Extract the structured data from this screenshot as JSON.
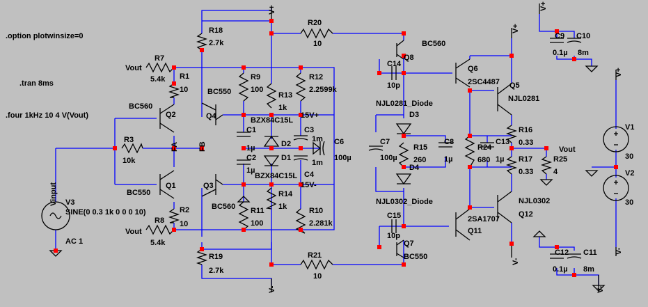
{
  "directives": {
    "plotwinsize": ".option plotwinsize=0",
    "tran": ".tran 8ms",
    "four": ".four 1kHz 10 4 V(Vout)"
  },
  "nets": {
    "vplus": "V+",
    "vminus": "V-",
    "vout": "Vout",
    "v15plus": "15V+",
    "v15minus": "15V-",
    "vinput": "Vinput",
    "fa": "FA",
    "fb": "FB"
  },
  "parts": {
    "r18": {
      "name": "R18",
      "value": "2.7k"
    },
    "r19": {
      "name": "R19",
      "value": "2.7k"
    },
    "r20": {
      "name": "R20",
      "value": "10"
    },
    "r21": {
      "name": "R21",
      "value": "10"
    },
    "r7": {
      "name": "R7",
      "value": "5.4k"
    },
    "r8": {
      "name": "R8",
      "value": "5.4k"
    },
    "r1": {
      "name": "R1",
      "value": "10"
    },
    "r2": {
      "name": "R2",
      "value": "10"
    },
    "r3": {
      "name": "R3",
      "value": "10k"
    },
    "r9": {
      "name": "R9",
      "value": "100"
    },
    "r11": {
      "name": "R11",
      "value": "100"
    },
    "r12": {
      "name": "R12",
      "value": "2.2599k"
    },
    "r10": {
      "name": "R10",
      "value": "2.281k"
    },
    "r13": {
      "name": "R13",
      "value": "1k"
    },
    "r14": {
      "name": "R14",
      "value": "1k"
    },
    "r15": {
      "name": "R15",
      "value": "260"
    },
    "r24": {
      "name": "R24",
      "value": "680"
    },
    "r16": {
      "name": "R16",
      "value": "0.33"
    },
    "r17": {
      "name": "R17",
      "value": "0.33"
    },
    "r25": {
      "name": "R25",
      "value": "4"
    },
    "c1": {
      "name": "C1",
      "value": "1µ"
    },
    "c2": {
      "name": "C2",
      "value": "1µ"
    },
    "c3": {
      "name": "C3",
      "value": "1m"
    },
    "c4": {
      "name": "C4",
      "value": "1m"
    },
    "c6": {
      "name": "C6",
      "value": "100µ"
    },
    "c7": {
      "name": "C7",
      "value": "100µ"
    },
    "c8": {
      "name": "C8",
      "value": "1µ"
    },
    "c13": {
      "name": "C13",
      "value": "1µ"
    },
    "c14": {
      "name": "C14",
      "value": "10p"
    },
    "c15": {
      "name": "C15",
      "value": "10p"
    },
    "c9": {
      "name": "C9",
      "value": "0.1µ"
    },
    "c10": {
      "name": "C10",
      "value": "8m"
    },
    "c12": {
      "name": "C12",
      "value": "0.1µ"
    },
    "c11": {
      "name": "C11",
      "value": "8m"
    },
    "d1": {
      "name": "D1"
    },
    "d2": {
      "name": "D2"
    },
    "zener_top": "BZX84C15L",
    "zener_bottom": "BZX84C15L",
    "d3": {
      "name": "D3",
      "model": "NJL0281_Diode"
    },
    "d4": {
      "name": "D4",
      "model": "NJL0302_Diode"
    },
    "q1": {
      "name": "Q1",
      "model": "BC550"
    },
    "q2": {
      "name": "Q2",
      "model": "BC560"
    },
    "q3": {
      "name": "Q3",
      "model": "BC560"
    },
    "q4": {
      "name": "Q4",
      "model": "BC550"
    },
    "q5": {
      "name": "Q5",
      "model": "NJL0281"
    },
    "q6": {
      "name": "Q6",
      "model": "2SC4487"
    },
    "q7": {
      "name": "Q7",
      "model": "BC550"
    },
    "q8": {
      "name": "Q8",
      "model": "BC560"
    },
    "q11": {
      "name": "Q11",
      "model": "2SA1707"
    },
    "q12": {
      "name": "Q12",
      "model": "NJL0302"
    },
    "v1": {
      "name": "V1",
      "value": "30"
    },
    "v2": {
      "name": "V2",
      "value": "30"
    },
    "v3": {
      "name": "V3",
      "value": "SINE(0 0.3 1k 0 0 0 10)",
      "ac": "AC 1"
    }
  },
  "colors": {
    "background": "#c0c0c0",
    "wire": "#0000ff",
    "component": "#000000",
    "junction": "#ff0000"
  }
}
